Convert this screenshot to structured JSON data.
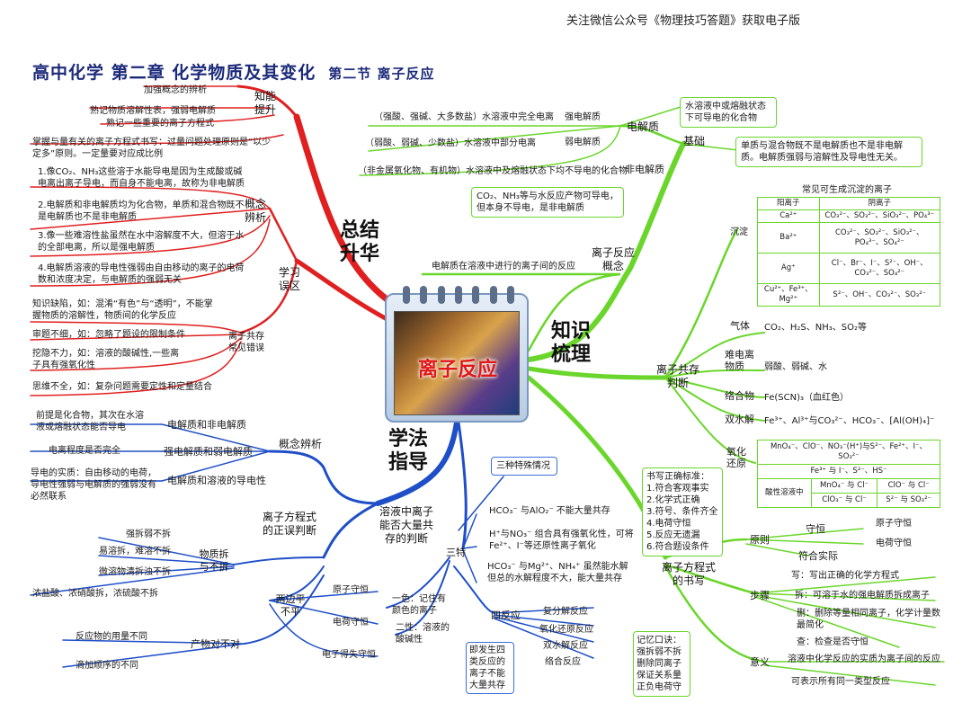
{
  "header": {
    "note": "关注微信公众号《物理技巧答题》获取电子版"
  },
  "title": {
    "main": "高中化学  第二章  化学物质及其变化",
    "section": "第二节  离子反应"
  },
  "center": {
    "label": "离子反应"
  },
  "branches": {
    "summary": "总结\n升华",
    "knowledge": "知识\n梳理",
    "method": "学法\n指导"
  },
  "summary": {
    "ability": {
      "label": "知能\n提升",
      "items": [
        "加强概念的辨析",
        "熟记物质溶解性表，强弱电解质",
        "熟记一些重要的离子方程式",
        "掌握与量有关的离子方程式书写：过量问题处理原则是“以少定多”原则。一定量要对应成比例"
      ]
    },
    "study": {
      "label": "学习\n误区"
    },
    "concept": {
      "label": "概念\n辨析",
      "items": [
        "1.像CO₂、NH₃这些溶于水能导电是因为生成酸或碱电离出离子导电，而自身不能电离，故称为非电解质",
        "2.电解质和非电解质均为化合物，单质和混合物既不是电解质也不是非电解质",
        "3.像一些难溶性盐虽然在水中溶解度不大，但溶于水的全部电离，所以是强电解质",
        "4.电解质溶液的导电性强弱由自由移动的离子的电荷数和浓度决定，与电解质的强弱无关"
      ]
    },
    "coexist_err": {
      "label": "离子共存\n常见错误",
      "items": [
        "知识缺陷，如：混淆“有色”与“透明”，不能掌握物质的溶解性，物质间的化学反应",
        "审题不细，如：忽略了题设的限制条件",
        "挖隐不力，如：溶液的酸碱性,一些离子具有强氧化性",
        "思维不全，如：复杂问题需要定性和定量结合"
      ]
    }
  },
  "basics": {
    "label": "基础",
    "electrolyte": {
      "label": "电解质",
      "def": "水溶液中或熔融状态下可导电的化合物"
    },
    "strong": {
      "label": "强电解质",
      "desc": "（强酸、强碱、大多数盐）水溶液中完全电离"
    },
    "weak": {
      "label": "弱电解质",
      "desc": "（弱酸、弱碱、少数盐）水溶液中部分电离"
    },
    "non": {
      "label": "非电解质",
      "desc": "（非金属氧化物、有机物）水溶液中及熔融状态下均不导电的化合物",
      "note": "CO₂、NH₃等与水反应产物可导电，但本身不导电，是非电解质"
    },
    "single_note": "单质与混合物既不是电解质也不是非电解质。电解质强弱与溶解性及导电性无关。"
  },
  "reaction_concept": {
    "label": "离子反应\n概念",
    "desc": "电解质在溶液中进行的离子间的反应"
  },
  "coexist": {
    "label": "离子共存\n判断",
    "precip": {
      "label": "沉淀",
      "table_title": "常见可生成沉淀的离子",
      "head": [
        "阳离子",
        "阴离子"
      ],
      "rows": [
        [
          "Ca²⁺",
          "CO₃²⁻、SO₃²⁻、SiO₃²⁻、PO₄³⁻"
        ],
        [
          "Ba²⁺",
          "CO₃²⁻、SO₃²⁻、SiO₃²⁻、PO₄³⁻、SO₄²⁻"
        ],
        [
          "Ag⁺",
          "Cl⁻、Br⁻、I⁻、S²⁻、OH⁻、CO₃²⁻、SO₄²⁻"
        ],
        [
          "Cu²⁺、Fe³⁺、Mg²⁺",
          "S²⁻、OH⁻、CO₃²⁻、SO₃²⁻"
        ]
      ]
    },
    "gas": {
      "label": "气体",
      "val": "CO₂、H₂S、NH₃、SO₂等"
    },
    "weak": {
      "label": "难电离\n物质",
      "val": "弱酸、弱碱、水"
    },
    "complex": {
      "label": "络合物",
      "val": "Fe(SCN)₃（血红色）"
    },
    "hydro": {
      "label": "双水解",
      "val": "Fe³⁺、Al³⁺与CO₃²⁻、HCO₃⁻、[Al(OH)₄]⁻"
    },
    "redox": {
      "label": "氧化\n还原",
      "rows": [
        [
          "MnO₄⁻、ClO⁻、NO₃⁻(H⁺)与S²⁻、Fe²⁺、I⁻、SO₃²⁻"
        ],
        [
          "Fe³⁺ 与 I⁻、S²⁻、HS⁻"
        ]
      ],
      "acid_label": "酸性溶液中",
      "acid_rows": [
        [
          "MnO₄⁻ 与 Cl⁻",
          "ClO⁻ 与 Cl⁻"
        ],
        [
          "ClO₃⁻ 与 Cl⁻",
          "S²⁻ 与 SO₃²⁻"
        ]
      ]
    }
  },
  "equation": {
    "label": "离子方程式\n的书写",
    "standard": [
      "书写正确标准：",
      "1.符合客观事实",
      "2.化学式正确",
      "3.符号、条件齐全",
      "4.电荷守恒",
      "5.反应无遗漏",
      "6.符合题设条件"
    ],
    "principle": {
      "label": "原则",
      "conserve": "守恒",
      "atom": "原子守恒",
      "charge": "电荷守恒",
      "fact": "符合实际"
    },
    "steps": {
      "label": "步骤",
      "items": [
        "写：写出正确的化学方程式",
        "拆：可溶于水的强电解质拆成离子",
        "删：删除等量相同离子，化学计量数最简化",
        "查：检查是否守恒"
      ]
    },
    "meaning": {
      "label": "意义",
      "items": [
        "溶液中化学反应的实质为离子间的反应",
        "可表示所有同一类型反应"
      ]
    },
    "memo": [
      "记忆口诀：",
      "强拆弱不拆",
      "删除同离子",
      "保证关系量",
      "正负电荷守"
    ]
  },
  "method": {
    "concept": {
      "label": "概念辨析",
      "items": [
        {
          "head": "电解质和非电解质",
          "note": "前提是化合物，其次在水溶液或熔融状态能否导电"
        },
        {
          "head": "强电解质和弱电解质",
          "note": "电离程度是否完全"
        },
        {
          "head": "电解质和溶液的导电性",
          "note": "导电的实质：自由移动的电荷，导电性强弱与电解质的强弱没有必然联系"
        }
      ]
    },
    "judge": {
      "label": "离子方程式\n的正误判断",
      "split": {
        "label": "物质拆\n与不拆",
        "items": [
          "强拆弱不拆",
          "易溶拆，难溶不拆",
          "微溶物清拆浊不拆",
          "浓盐酸、浓硝酸拆，浓硫酸不拆"
        ]
      },
      "balance": {
        "label": "两边平\n不平",
        "items": [
          "原子守恒",
          "电荷守恒",
          "电子得失守恒"
        ]
      },
      "product": {
        "label": "产物对不对",
        "items": [
          "反应物的用量不同",
          "滴加顺序的不同"
        ]
      }
    },
    "coexist": {
      "label": "溶液中离子\n能否大量共\n存的判断",
      "three": {
        "label": "三特",
        "note": "三种特殊情况",
        "items": [
          "HCO₃⁻ 与AlO₂⁻ 不能大量共存",
          "H⁺与NO₃⁻ 组合具有强氧化性，可将Fe²⁺、I⁻等还原性离子氧化",
          "HCO₃⁻ 与Mg²⁺、NH₄⁺ 虽然能水解但总的水解程度不大，能大量共存"
        ]
      },
      "one": "一色：记住有颜色的离子",
      "two": "二性：溶液的酸碱性",
      "four": {
        "label": "四反应",
        "items": [
          "复分解反应",
          "氧化还原反应",
          "双水解反应",
          "络合反应"
        ],
        "note": "即发生四类反应的离子不能大量共存"
      }
    }
  },
  "colors": {
    "red": "#e02020",
    "green": "#6ad62b",
    "blue": "#1f4fc8",
    "dark": "#1c2a7a"
  }
}
